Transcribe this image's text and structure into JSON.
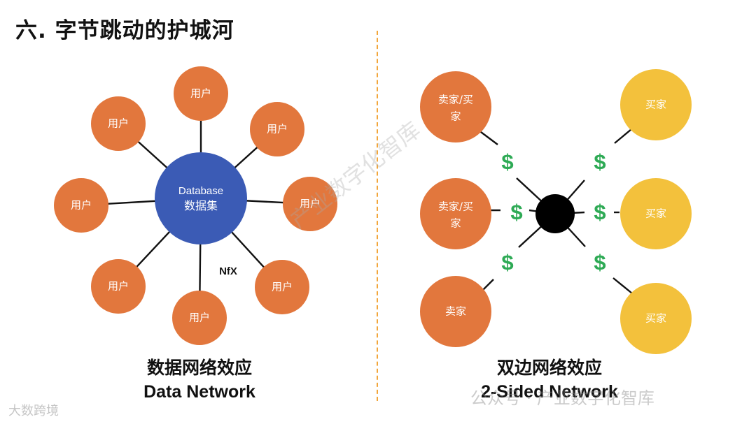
{
  "title": "六. 字节跳动的护城河",
  "left": {
    "hub": {
      "line1": "Database",
      "line2": "数据集"
    },
    "user_label": "用户",
    "nfx_label": "NfX",
    "caption_cn": "数据网络效应",
    "caption_en": "Data Network"
  },
  "right": {
    "left_nodes": [
      {
        "line1": "卖家/买",
        "line2": "家"
      },
      {
        "line1": "卖家/买",
        "line2": "家"
      },
      {
        "line1": "卖家",
        "line2": ""
      }
    ],
    "right_nodes": [
      "买家",
      "买家",
      "买家"
    ],
    "dollar": "$",
    "caption_cn": "双边网络效应",
    "caption_en": "2-Sided Network"
  },
  "watermarks": {
    "center": "产业数字化智库",
    "bottom": "公众号 · 产业数字化智库",
    "bottom_left": "大数跨境"
  },
  "colors": {
    "orange": "#e2773d",
    "blue": "#3b5bb5",
    "yellow": "#f3c13c",
    "green": "#2eaa55",
    "divider": "#f2a63b"
  }
}
